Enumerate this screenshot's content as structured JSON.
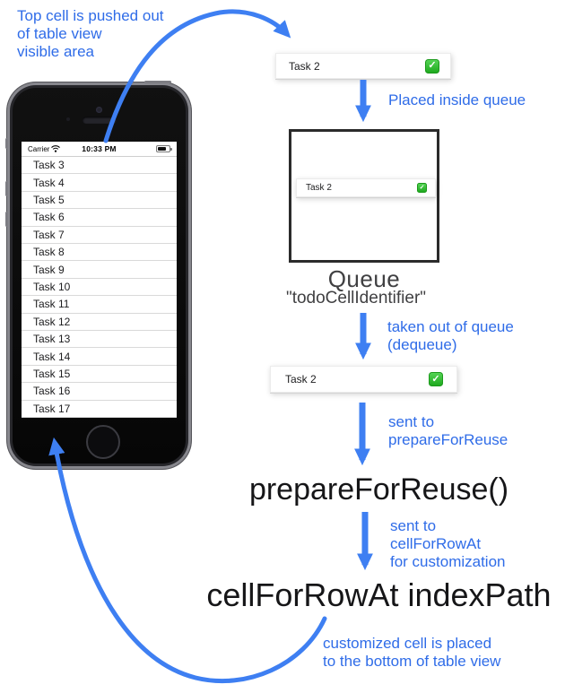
{
  "notes": {
    "top": {
      "line1": "Top cell is pushed out",
      "line2": "of table view",
      "line3": "visible area"
    },
    "placed": "Placed inside queue",
    "dequeue": {
      "line1": "taken out of queue",
      "line2": "(dequeue)"
    },
    "prepare": {
      "line1": "sent to",
      "line2": "prepareForReuse"
    },
    "cellforrow": {
      "line1": "sent to",
      "line2": "cellForRowAt",
      "line3": "for customization"
    },
    "bottom": {
      "line1": "customized cell is placed",
      "line2": "to the bottom of table view"
    }
  },
  "phone": {
    "status_bar": {
      "carrier": "Carrier",
      "time": "10:33 PM"
    },
    "rows": [
      "Task 3",
      "Task 4",
      "Task 5",
      "Task 6",
      "Task 7",
      "Task 8",
      "Task 9",
      "Task 10",
      "Task 11",
      "Task 12",
      "Task 13",
      "Task 14",
      "Task 15",
      "Task 16",
      "Task 17"
    ]
  },
  "flow": {
    "cell_detached": {
      "label": "Task 2",
      "check_glyph": "✓"
    },
    "queue": {
      "cell_label": "Task 2",
      "check_glyph": "✓",
      "title": "Queue",
      "identifier": "\"todoCellIdentifier\""
    },
    "cell_dequeued": {
      "label": "Task 2",
      "check_glyph": "✓"
    },
    "call_prepare": "prepareForReuse()",
    "call_cellforrow": "cellForRowAt indexPath"
  },
  "colors": {
    "accent_blue_arrow": "#3e7ff2",
    "accent_blue_text": "#2f6ce8",
    "check_green": "#2bb62b",
    "dark_text": "#161618"
  }
}
